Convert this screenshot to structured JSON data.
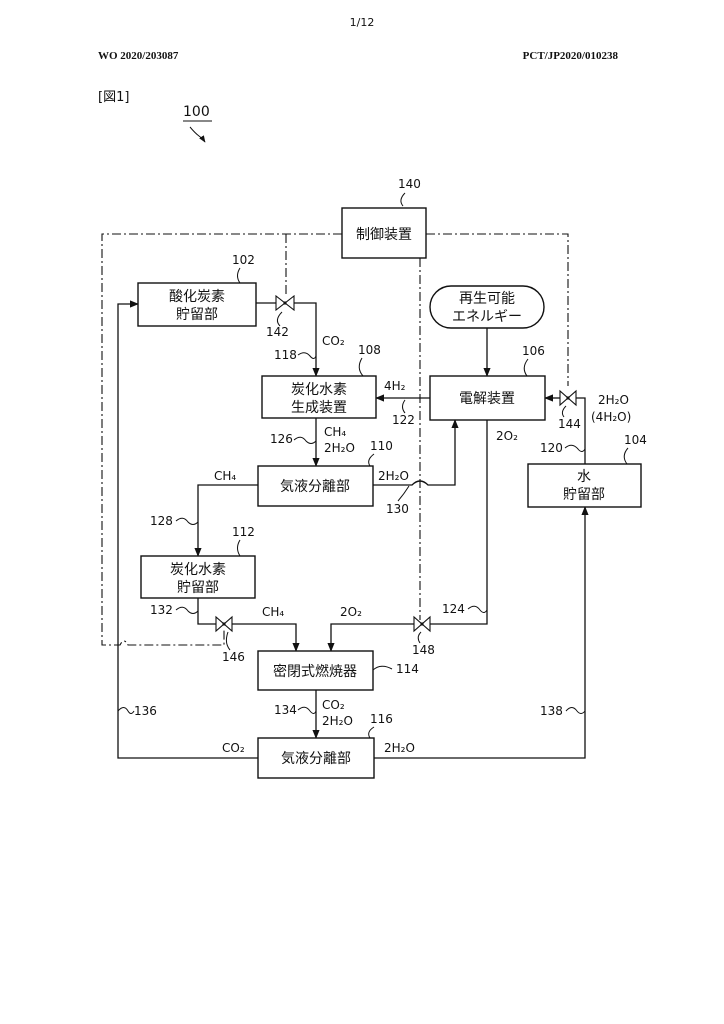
{
  "header": {
    "page_number": "1/12",
    "publication_number": "WO 2020/203087",
    "application_number": "PCT/JP2020/010238",
    "figure_label": "[図1]"
  },
  "system_ref": "100",
  "blocks": {
    "controller": {
      "label": "制御装置",
      "ref": "140"
    },
    "co2_storage": {
      "line1": "酸化炭素",
      "line2": "貯留部",
      "ref": "102"
    },
    "renewable": {
      "line1": "再生可能",
      "line2": "エネルギー"
    },
    "hc_generator": {
      "line1": "炭化水素",
      "line2": "生成装置",
      "ref": "108"
    },
    "electrolyzer": {
      "label": "電解装置",
      "ref": "106"
    },
    "gas_liquid_sep1": {
      "label": "気液分離部",
      "ref": "110"
    },
    "water_storage": {
      "line1": "水",
      "line2": "貯留部",
      "ref": "104"
    },
    "hc_storage": {
      "line1": "炭化水素",
      "line2": "貯留部",
      "ref": "112"
    },
    "combustor": {
      "label": "密閉式燃焼器",
      "ref": "114"
    },
    "gas_liquid_sep2": {
      "label": "気液分離部",
      "ref": "116"
    }
  },
  "flows": {
    "co2_in": "CO₂",
    "h2_feed": "4H₂",
    "ch4_out1": "CH₄",
    "h2o_out1": "2H₂O",
    "h2o_return": "2H₂O",
    "ch4_to_storage": "CH₄",
    "ch4_to_combustor": "CH₄",
    "o2_from_electrolyzer": "2O₂",
    "o2_to_combustor": "2O₂",
    "water_to_electrolyzer_1": "2H₂O",
    "water_to_electrolyzer_2": "(4H₂O)",
    "co2_out": "CO₂",
    "h2o_out2": "2H₂O",
    "co2_recycle": "CO₂",
    "h2o_recycle": "2H₂O"
  },
  "refs": {
    "valve_co2": "142",
    "valve_water": "144",
    "valve_ch4": "146",
    "valve_o2": "148",
    "line_118": "118",
    "line_120": "120",
    "line_122": "122",
    "line_124": "124",
    "line_126": "126",
    "line_128": "128",
    "line_130": "130",
    "line_132": "132",
    "line_134": "134",
    "line_136": "136",
    "line_138": "138"
  }
}
